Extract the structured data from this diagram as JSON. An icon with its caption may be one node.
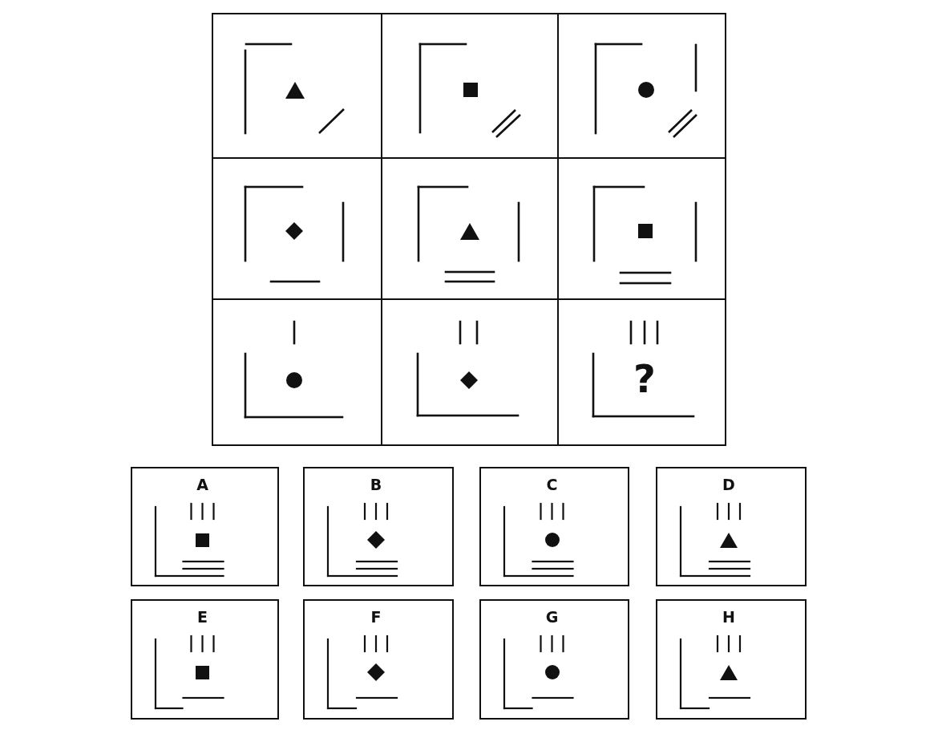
{
  "diagram": {
    "nodes": [
      {
        "text": [],
        "shape": "box"
      },
      {
        "text": [],
        "shape": "box"
      },
      {
        "text": [],
        "shape": "box"
      },
      {
        "text": [],
        "shape": "box"
      },
      {
        "text": [],
        "shape": "box"
      },
      {
        "text": [],
        "shape": "box"
      },
      {
        "text": [],
        "shape": "box"
      },
      {
        "text": [],
        "shape": "box"
      },
      {
        "text": [
          "?"
        ]
      },
      {
        "text": [
          "A"
        ]
      },
      {
        "text": [
          "B"
        ]
      },
      {
        "text": [
          "C"
        ]
      },
      {
        "text": [
          "D"
        ]
      },
      {
        "text": [
          "E"
        ]
      },
      {
        "text": [
          "F"
        ]
      },
      {
        "text": [
          "G"
        ]
      },
      {
        "text": [
          "H"
        ]
      }
    ]
  }
}
